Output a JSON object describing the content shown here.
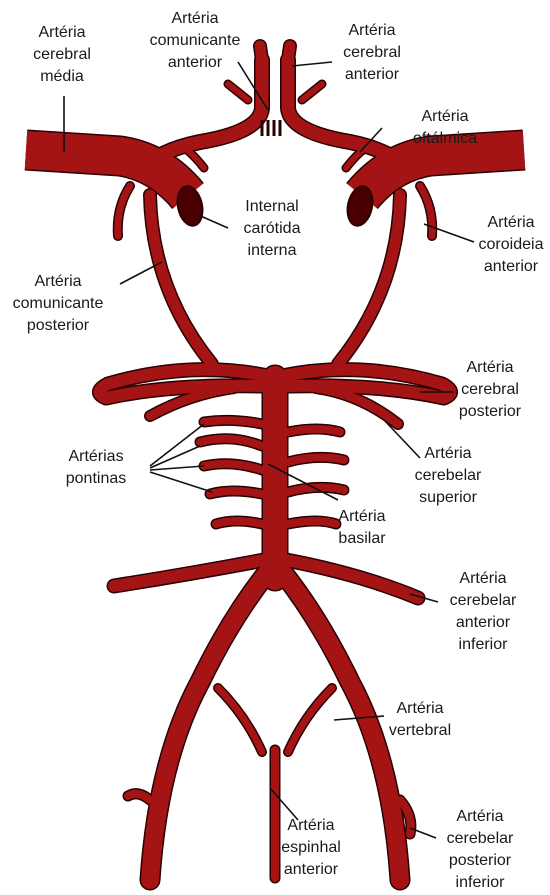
{
  "colors": {
    "artery": "#a51414",
    "outline": "#2a0000",
    "lumen": "#4a0000",
    "leader": "#111111"
  },
  "labels": {
    "cerebral_media": "Artéria\ncerebral\nmédia",
    "comunicante_anterior": "Artéria\ncomunicante\nanterior",
    "cerebral_anterior": "Artéria\ncerebral\nanterior",
    "oftalmica": "Artéria oftálmica",
    "carotida": "Internal\ncarótida\ninterna",
    "coroideia": "Artéria\ncoroideia\nanterior",
    "comunicante_posterior": "Artéria\ncomunicante\nposterior",
    "cerebral_posterior": "Artéria\ncerebral\nposterior",
    "pontinas": "Artérias\npontinas",
    "cerebelar_superior": "Artéria\ncerebelar\nsuperior",
    "basilar": "Artéria\nbasilar",
    "cerebelar_ant_inf": "Artéria\ncerebelar\nanterior\ninferior",
    "vertebral": "Artéria\nvertebral",
    "espinhal": "Artéria\nespinhal\nanterior",
    "cerebelar_post_inf": "Artéria\ncerebelar\nposterior\ninferior"
  }
}
